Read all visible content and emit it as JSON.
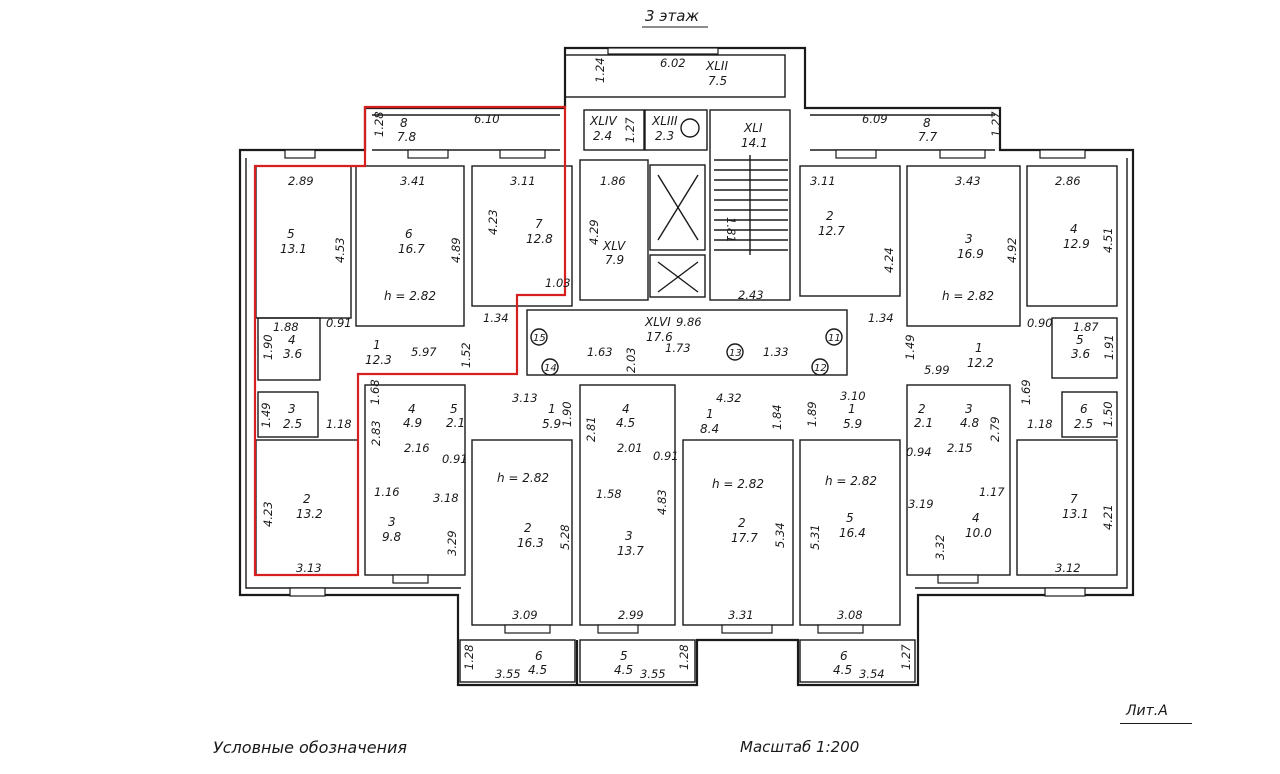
{
  "floor_title": "3 этаж",
  "legend_title": "Условные обозначения",
  "scale": "Масштаб 1:200",
  "liter": "Лит.А",
  "ceiling_height": "h = 2.82",
  "stair_marks": [
    "XLII",
    "XLI",
    "XLIV",
    "XLIII",
    "XLV",
    "XLVI"
  ],
  "unit_markers": [
    "15",
    "14",
    "13",
    "12",
    "11"
  ],
  "rooms": [
    {
      "id": "r-left-5",
      "num": "5",
      "area": "13.1"
    },
    {
      "id": "r-left-6",
      "num": "6",
      "area": "16.7"
    },
    {
      "id": "r-left-7",
      "num": "7",
      "area": "12.8"
    },
    {
      "id": "r-left-8",
      "num": "8",
      "area": "7.8"
    },
    {
      "id": "r-left-4",
      "num": "4",
      "area": "3.6"
    },
    {
      "id": "r-left-1",
      "num": "1",
      "area": "12.3"
    },
    {
      "id": "r-left-3",
      "num": "3",
      "area": "2.5"
    },
    {
      "id": "r-left-2",
      "num": "2",
      "area": "13.2"
    },
    {
      "id": "r-XLIV",
      "num": "XLIV",
      "area": "2.4"
    },
    {
      "id": "r-XLIII",
      "num": "XLIII",
      "area": "2.3"
    },
    {
      "id": "r-XLII",
      "num": "XLII",
      "area": "7.5"
    },
    {
      "id": "r-XLI",
      "num": "XLI",
      "area": "14.1"
    },
    {
      "id": "r-XLV",
      "num": "XLV",
      "area": "7.9"
    },
    {
      "id": "r-XLVI",
      "num": "XLVI",
      "area": "17.6"
    },
    {
      "id": "r-right-2",
      "num": "2",
      "area": "12.7"
    },
    {
      "id": "r-right-3",
      "num": "3",
      "area": "16.9"
    },
    {
      "id": "r-right-4",
      "num": "4",
      "area": "12.9"
    },
    {
      "id": "r-right-8",
      "num": "8",
      "area": "7.7"
    },
    {
      "id": "r-right-1",
      "num": "1",
      "area": "12.2"
    },
    {
      "id": "r-right-5",
      "num": "5",
      "area": "3.6"
    },
    {
      "id": "r-right-6",
      "num": "6",
      "area": "2.5"
    },
    {
      "id": "r-right-7",
      "num": "7",
      "area": "13.1"
    },
    {
      "id": "r-c1-4",
      "num": "4",
      "area": "4.9"
    },
    {
      "id": "r-c1-5",
      "num": "5",
      "area": "2.1"
    },
    {
      "id": "r-c1-3",
      "num": "3",
      "area": "9.8"
    },
    {
      "id": "r-c1-1",
      "num": "1",
      "area": "5.9"
    },
    {
      "id": "r-c1-2",
      "num": "2",
      "area": "16.3"
    },
    {
      "id": "r-c2-4",
      "num": "4",
      "area": "4.5"
    },
    {
      "id": "r-c2-3",
      "num": "3",
      "area": "13.7"
    },
    {
      "id": "r-c2-1",
      "num": "1",
      "area": "8.4"
    },
    {
      "id": "r-c2-2",
      "num": "2",
      "area": "17.7"
    },
    {
      "id": "r-c3-1",
      "num": "1",
      "area": "5.9"
    },
    {
      "id": "r-c3-5",
      "num": "5",
      "area": "16.4"
    },
    {
      "id": "r-c3-2",
      "num": "2",
      "area": "2.1"
    },
    {
      "id": "r-c3-3",
      "num": "3",
      "area": "4.8"
    },
    {
      "id": "r-c3-4",
      "num": "4",
      "area": "10.0"
    },
    {
      "id": "r-bal-1",
      "num": "6",
      "area": "4.5"
    },
    {
      "id": "r-bal-2",
      "num": "5",
      "area": "4.5"
    },
    {
      "id": "r-bal-3",
      "num": "6",
      "area": "4.5"
    }
  ],
  "dimensions": [
    "6.02",
    "1.24",
    "6.10",
    "1.28",
    "1.27",
    "6.09",
    "1.27",
    "2.89",
    "3.41",
    "3.11",
    "1.86",
    "3.11",
    "3.43",
    "2.86",
    "4.53",
    "4.89",
    "4.23",
    "4.29",
    "1.81",
    "4.24",
    "4.92",
    "4.51",
    "1.03",
    "2.43",
    "1.88",
    "0.91",
    "1.34",
    "9.86",
    "1.34",
    "0.90",
    "1.87",
    "1.90",
    "5.97",
    "1.52",
    "2.03",
    "1.49",
    "5.99",
    "1.91",
    "1.63",
    "1.73",
    "1.33",
    "1.68",
    "3.13",
    "4.32",
    "3.10",
    "1.69",
    "1.49",
    "1.18",
    "2.83",
    "1.90",
    "2.81",
    "1.84",
    "1.89",
    "2.79",
    "1.18",
    "1.50",
    "2.16",
    "0.91",
    "2.01",
    "0.91",
    "0.94",
    "2.15",
    "1.16",
    "3.18",
    "1.58",
    "4.83",
    "3.19",
    "1.17",
    "5.28",
    "5.34",
    "5.31",
    "4.21",
    "3.29",
    "3.32",
    "4.23",
    "3.13",
    "3.09",
    "2.99",
    "3.31",
    "3.08",
    "3.12",
    "1.28",
    "3.55",
    "3.55",
    "1.28",
    "3.54",
    "1.27"
  ]
}
